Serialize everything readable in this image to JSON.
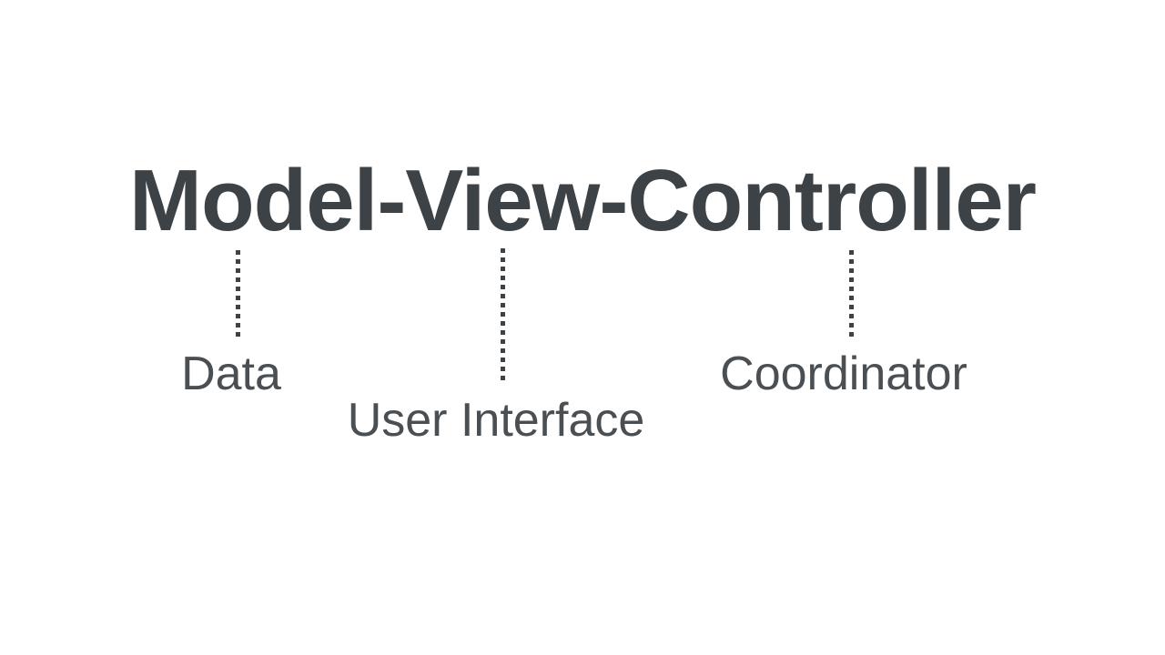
{
  "title": "Model-View-Controller",
  "colors": {
    "background": "#ffffff",
    "title_text": "#3d4247",
    "label_text": "#4a4f54",
    "connector": "#3d4247"
  },
  "annotations": [
    {
      "term": "Model",
      "label": "Data"
    },
    {
      "term": "View",
      "label": "User Interface"
    },
    {
      "term": "Controller",
      "label": "Coordinator"
    }
  ]
}
